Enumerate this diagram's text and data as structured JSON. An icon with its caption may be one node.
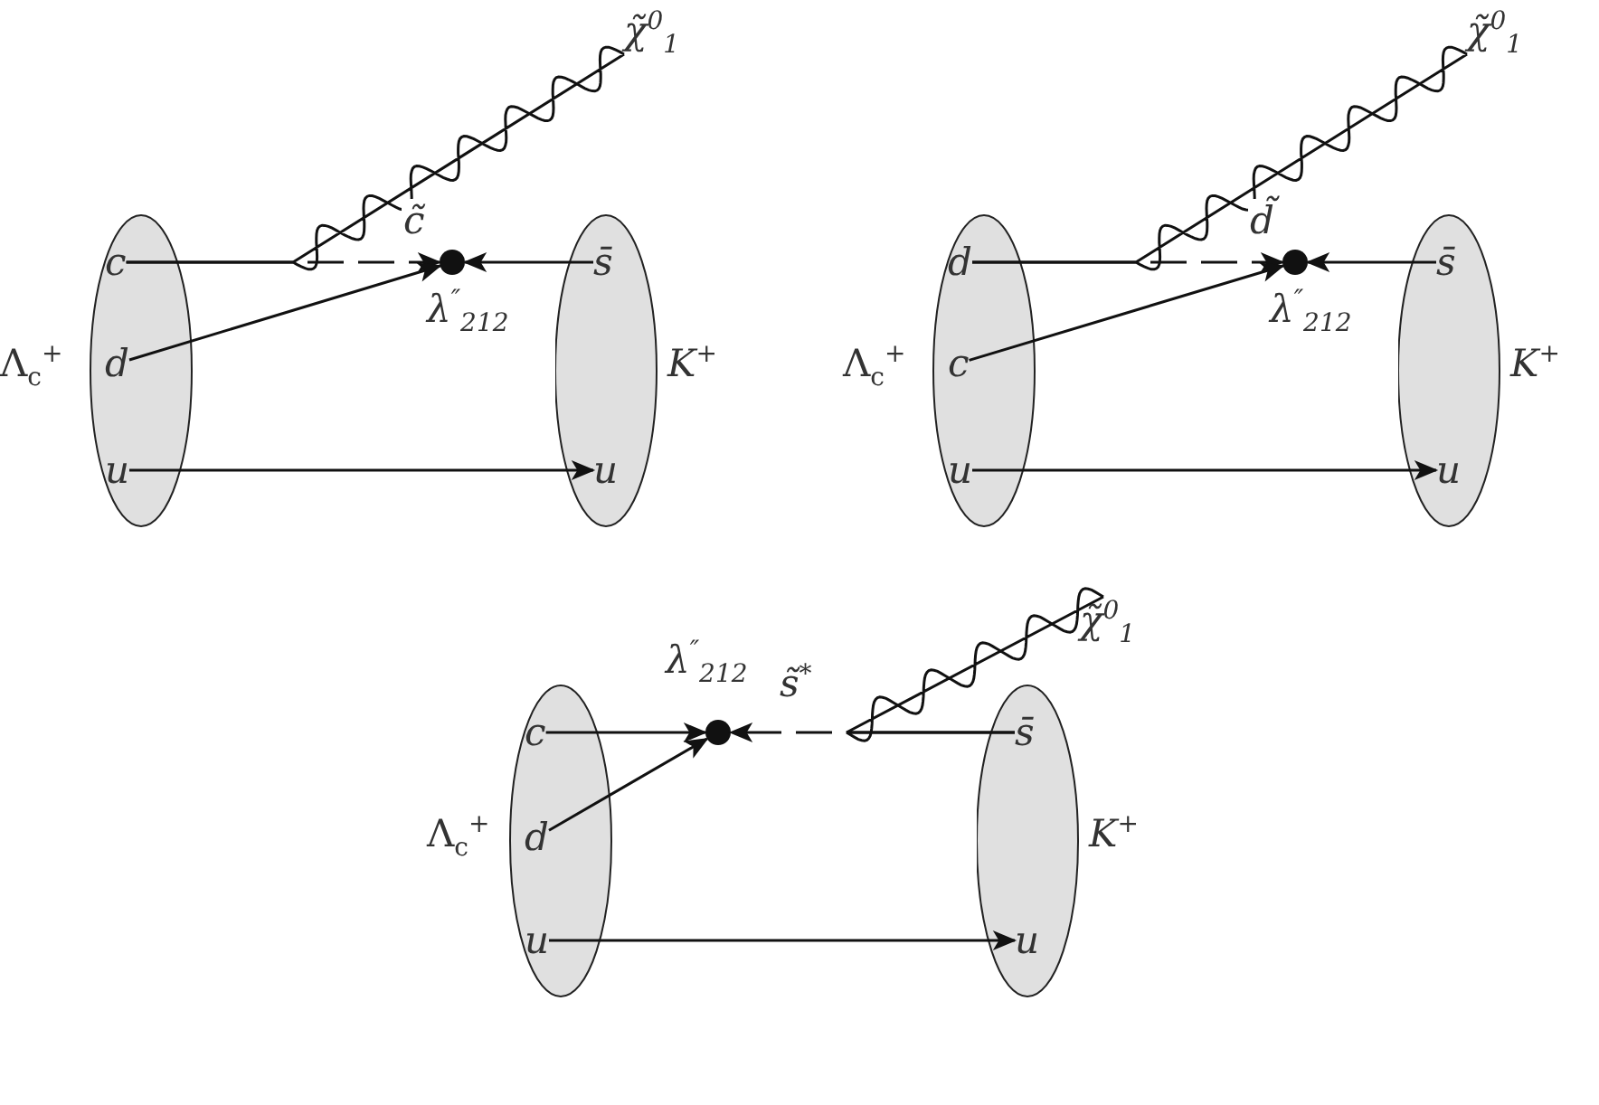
{
  "diagram": {
    "nodes": [
      {
        "text": [
          "χ̃$^{0}$$_{1}$"
        ]
      },
      {
        "text": [
          "Λ$_{c}$$^{+}$"
        ]
      },
      {
        "text": [
          "c"
        ],
        "in": 1
      },
      {
        "text": [
          "d"
        ],
        "in": 1
      },
      {
        "text": [
          "u"
        ],
        "in": 1
      },
      {
        "text": [],
        "shape": "circle",
        "beside": [
          "λ$^{″}$$_{212}$"
        ]
      },
      {
        "text": [
          "K$^{+}$"
        ]
      },
      {
        "text": [
          "s̄"
        ],
        "in": 6
      },
      {
        "text": [
          "u"
        ],
        "in": 6
      },
      {
        "text": [
          "χ̃$^{0}$$_{1}$"
        ]
      },
      {
        "text": [
          "Λ$_{c}$$^{+}$"
        ]
      },
      {
        "text": [
          "d"
        ],
        "in": 10
      },
      {
        "text": [
          "c"
        ],
        "in": 10
      },
      {
        "text": [
          "u"
        ],
        "in": 10
      },
      {
        "text": [],
        "shape": "circle",
        "beside": [
          "λ$^{″}$$_{212}$"
        ]
      },
      {
        "text": [
          "K$^{+}$"
        ]
      },
      {
        "text": [
          "s̄"
        ],
        "in": 15
      },
      {
        "text": [
          "u"
        ],
        "in": 15
      },
      {
        "text": [
          "χ̃$^{0}$$_{1}$"
        ]
      },
      {
        "text": [
          "Λ$_{c}$$^{+}$"
        ]
      },
      {
        "text": [
          "c"
        ],
        "in": 19
      },
      {
        "text": [
          "d"
        ],
        "in": 19
      },
      {
        "text": [
          "u"
        ],
        "in": 19
      },
      {
        "text": [],
        "shape": "circle",
        "beside": [
          "λ$^{″}$$_{212}$"
        ]
      },
      {
        "text": [
          "K$^{+}$"
        ]
      },
      {
        "text": [
          "s̄"
        ],
        "in": 24
      },
      {
        "text": [
          "u"
        ],
        "in": 24
      }
    ],
    "edges": [
      {
        "from": 2,
        "to": 5,
        "arrow": "to",
        "label": "c̃",
        "style": "dashed"
      },
      {
        "from": 2,
        "to": 0,
        "arrow": "none"
      },
      {
        "from": 3,
        "to": 5,
        "arrow": "to"
      },
      {
        "from": 7,
        "to": 5,
        "arrow": "to"
      },
      {
        "from": 4,
        "to": 8,
        "arrow": "to"
      },
      {
        "from": 11,
        "to": 14,
        "arrow": "to",
        "label": "d̃",
        "style": "dashed"
      },
      {
        "from": 11,
        "to": 9,
        "arrow": "none"
      },
      {
        "from": 12,
        "to": 14,
        "arrow": "to"
      },
      {
        "from": 16,
        "to": 14,
        "arrow": "to"
      },
      {
        "from": 13,
        "to": 17,
        "arrow": "to"
      },
      {
        "from": 20,
        "to": 23,
        "arrow": "to"
      },
      {
        "from": 21,
        "to": 23,
        "arrow": "to"
      },
      {
        "from": 25,
        "to": 23,
        "arrow": "to",
        "label": "s̃$^{*}$",
        "style": "dashed"
      },
      {
        "from": 25,
        "to": 18,
        "arrow": "none"
      },
      {
        "from": 22,
        "to": 26,
        "arrow": "to"
      }
    ]
  }
}
